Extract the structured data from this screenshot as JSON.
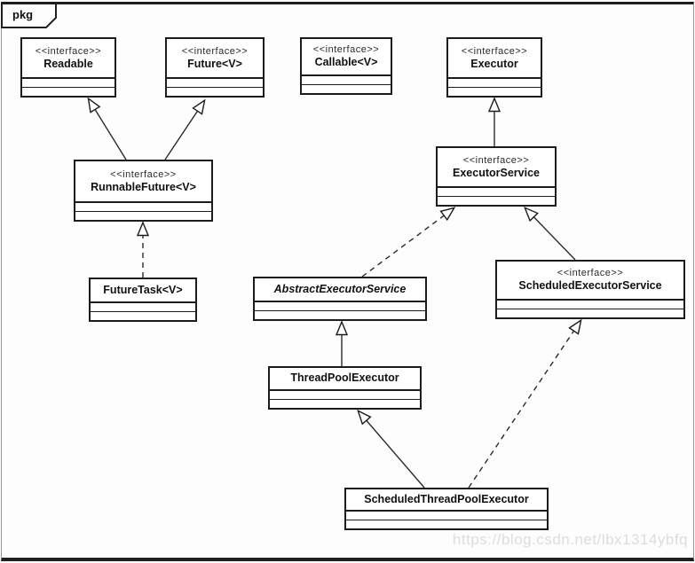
{
  "frame": {
    "tab_label": "pkg"
  },
  "watermark": {
    "text": "https://blog.csdn.net/lbx1314ybfq"
  },
  "colors": {
    "line": "#1c1c1c",
    "box_fill": "#ffffff",
    "background": "#fdfdfd",
    "watermark_text": "#dddddd"
  },
  "diagram": {
    "type": "uml-class-diagram",
    "classes": {
      "readable": {
        "stereotype": "<<interface>>",
        "name": "Readable"
      },
      "future": {
        "stereotype": "<<interface>>",
        "name": "Future<V>"
      },
      "callable": {
        "stereotype": "<<interface>>",
        "name": "Callable<V>"
      },
      "executor": {
        "stereotype": "<<interface>>",
        "name": "Executor"
      },
      "runnable_future": {
        "stereotype": "<<interface>>",
        "name": "RunnableFuture<V>"
      },
      "future_task": {
        "name": "FutureTask<V>"
      },
      "executor_service": {
        "stereotype": "<<interface>>",
        "name": "ExecutorService"
      },
      "abstract_executor_service": {
        "name": "AbstractExecutorService",
        "abstract": true
      },
      "scheduled_executor_service": {
        "stereotype": "<<interface>>",
        "name": "ScheduledExecutorService"
      },
      "thread_pool_executor": {
        "name": "ThreadPoolExecutor"
      },
      "scheduled_thread_pool_executor": {
        "name": "ScheduledThreadPoolExecutor"
      }
    },
    "relations": [
      {
        "from": "RunnableFuture<V>",
        "to": "Readable",
        "type": "generalization",
        "line": "solid"
      },
      {
        "from": "RunnableFuture<V>",
        "to": "Future<V>",
        "type": "generalization",
        "line": "solid"
      },
      {
        "from": "FutureTask<V>",
        "to": "RunnableFuture<V>",
        "type": "realization",
        "line": "dashed"
      },
      {
        "from": "ExecutorService",
        "to": "Executor",
        "type": "generalization",
        "line": "solid"
      },
      {
        "from": "AbstractExecutorService",
        "to": "ExecutorService",
        "type": "realization",
        "line": "dashed"
      },
      {
        "from": "ScheduledExecutorService",
        "to": "ExecutorService",
        "type": "generalization",
        "line": "solid"
      },
      {
        "from": "ThreadPoolExecutor",
        "to": "AbstractExecutorService",
        "type": "generalization",
        "line": "solid"
      },
      {
        "from": "ScheduledThreadPoolExecutor",
        "to": "ThreadPoolExecutor",
        "type": "generalization",
        "line": "solid"
      },
      {
        "from": "ScheduledThreadPoolExecutor",
        "to": "ScheduledExecutorService",
        "type": "realization",
        "line": "dashed"
      }
    ]
  }
}
